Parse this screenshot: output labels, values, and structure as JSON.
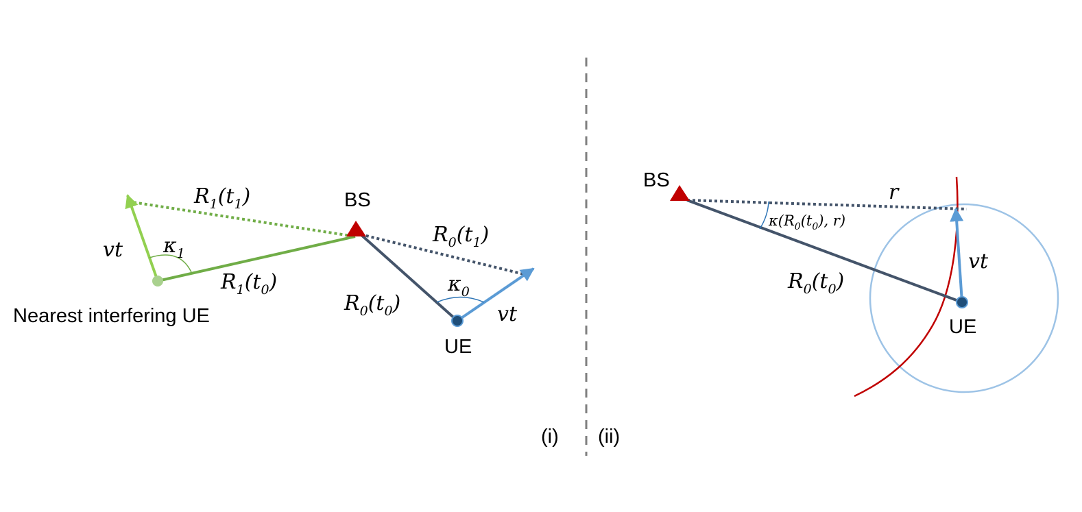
{
  "panel_i": {
    "caption": "(i)",
    "bs_label": "BS",
    "ue_label": "UE",
    "interferer_label": "Nearest interfering UE",
    "r1_t1": {
      "main": "R",
      "sub1": "1",
      "open": "(t",
      "sub2": "1",
      "close": ")"
    },
    "r1_t0": {
      "main": "R",
      "sub1": "1",
      "open": "(t",
      "sub2": "0",
      "close": ")"
    },
    "r0_t1": {
      "main": "R",
      "sub1": "0",
      "open": "(t",
      "sub2": "1",
      "close": ")"
    },
    "r0_t0": {
      "main": "R",
      "sub1": "0",
      "open": "(t",
      "sub2": "0",
      "close": ")"
    },
    "kappa1": {
      "main": "κ",
      "sub": "1"
    },
    "kappa0": {
      "main": "κ",
      "sub": "0"
    },
    "vt_left": "vt",
    "vt_right": "vt"
  },
  "panel_ii": {
    "caption": "(ii)",
    "bs_label": "BS",
    "ue_label": "UE",
    "r_label": "r",
    "vt": "vt",
    "r0_t0": {
      "main": "R",
      "sub1": "0",
      "open": "(t",
      "sub2": "0",
      "close": ")"
    },
    "kappa_expr": {
      "a": "κ(R",
      "b": "0",
      "c": "(t",
      "d": "0",
      "e": "), r)"
    }
  },
  "colors": {
    "green_dark": "#70AD47",
    "green_light": "#92D050",
    "navy": "#44546A",
    "blue": "#5B9BD5",
    "red": "#C00000",
    "ue_fill": "#1F4E79",
    "circle": "#9DC3E6",
    "divider": "#7F7F7F"
  }
}
